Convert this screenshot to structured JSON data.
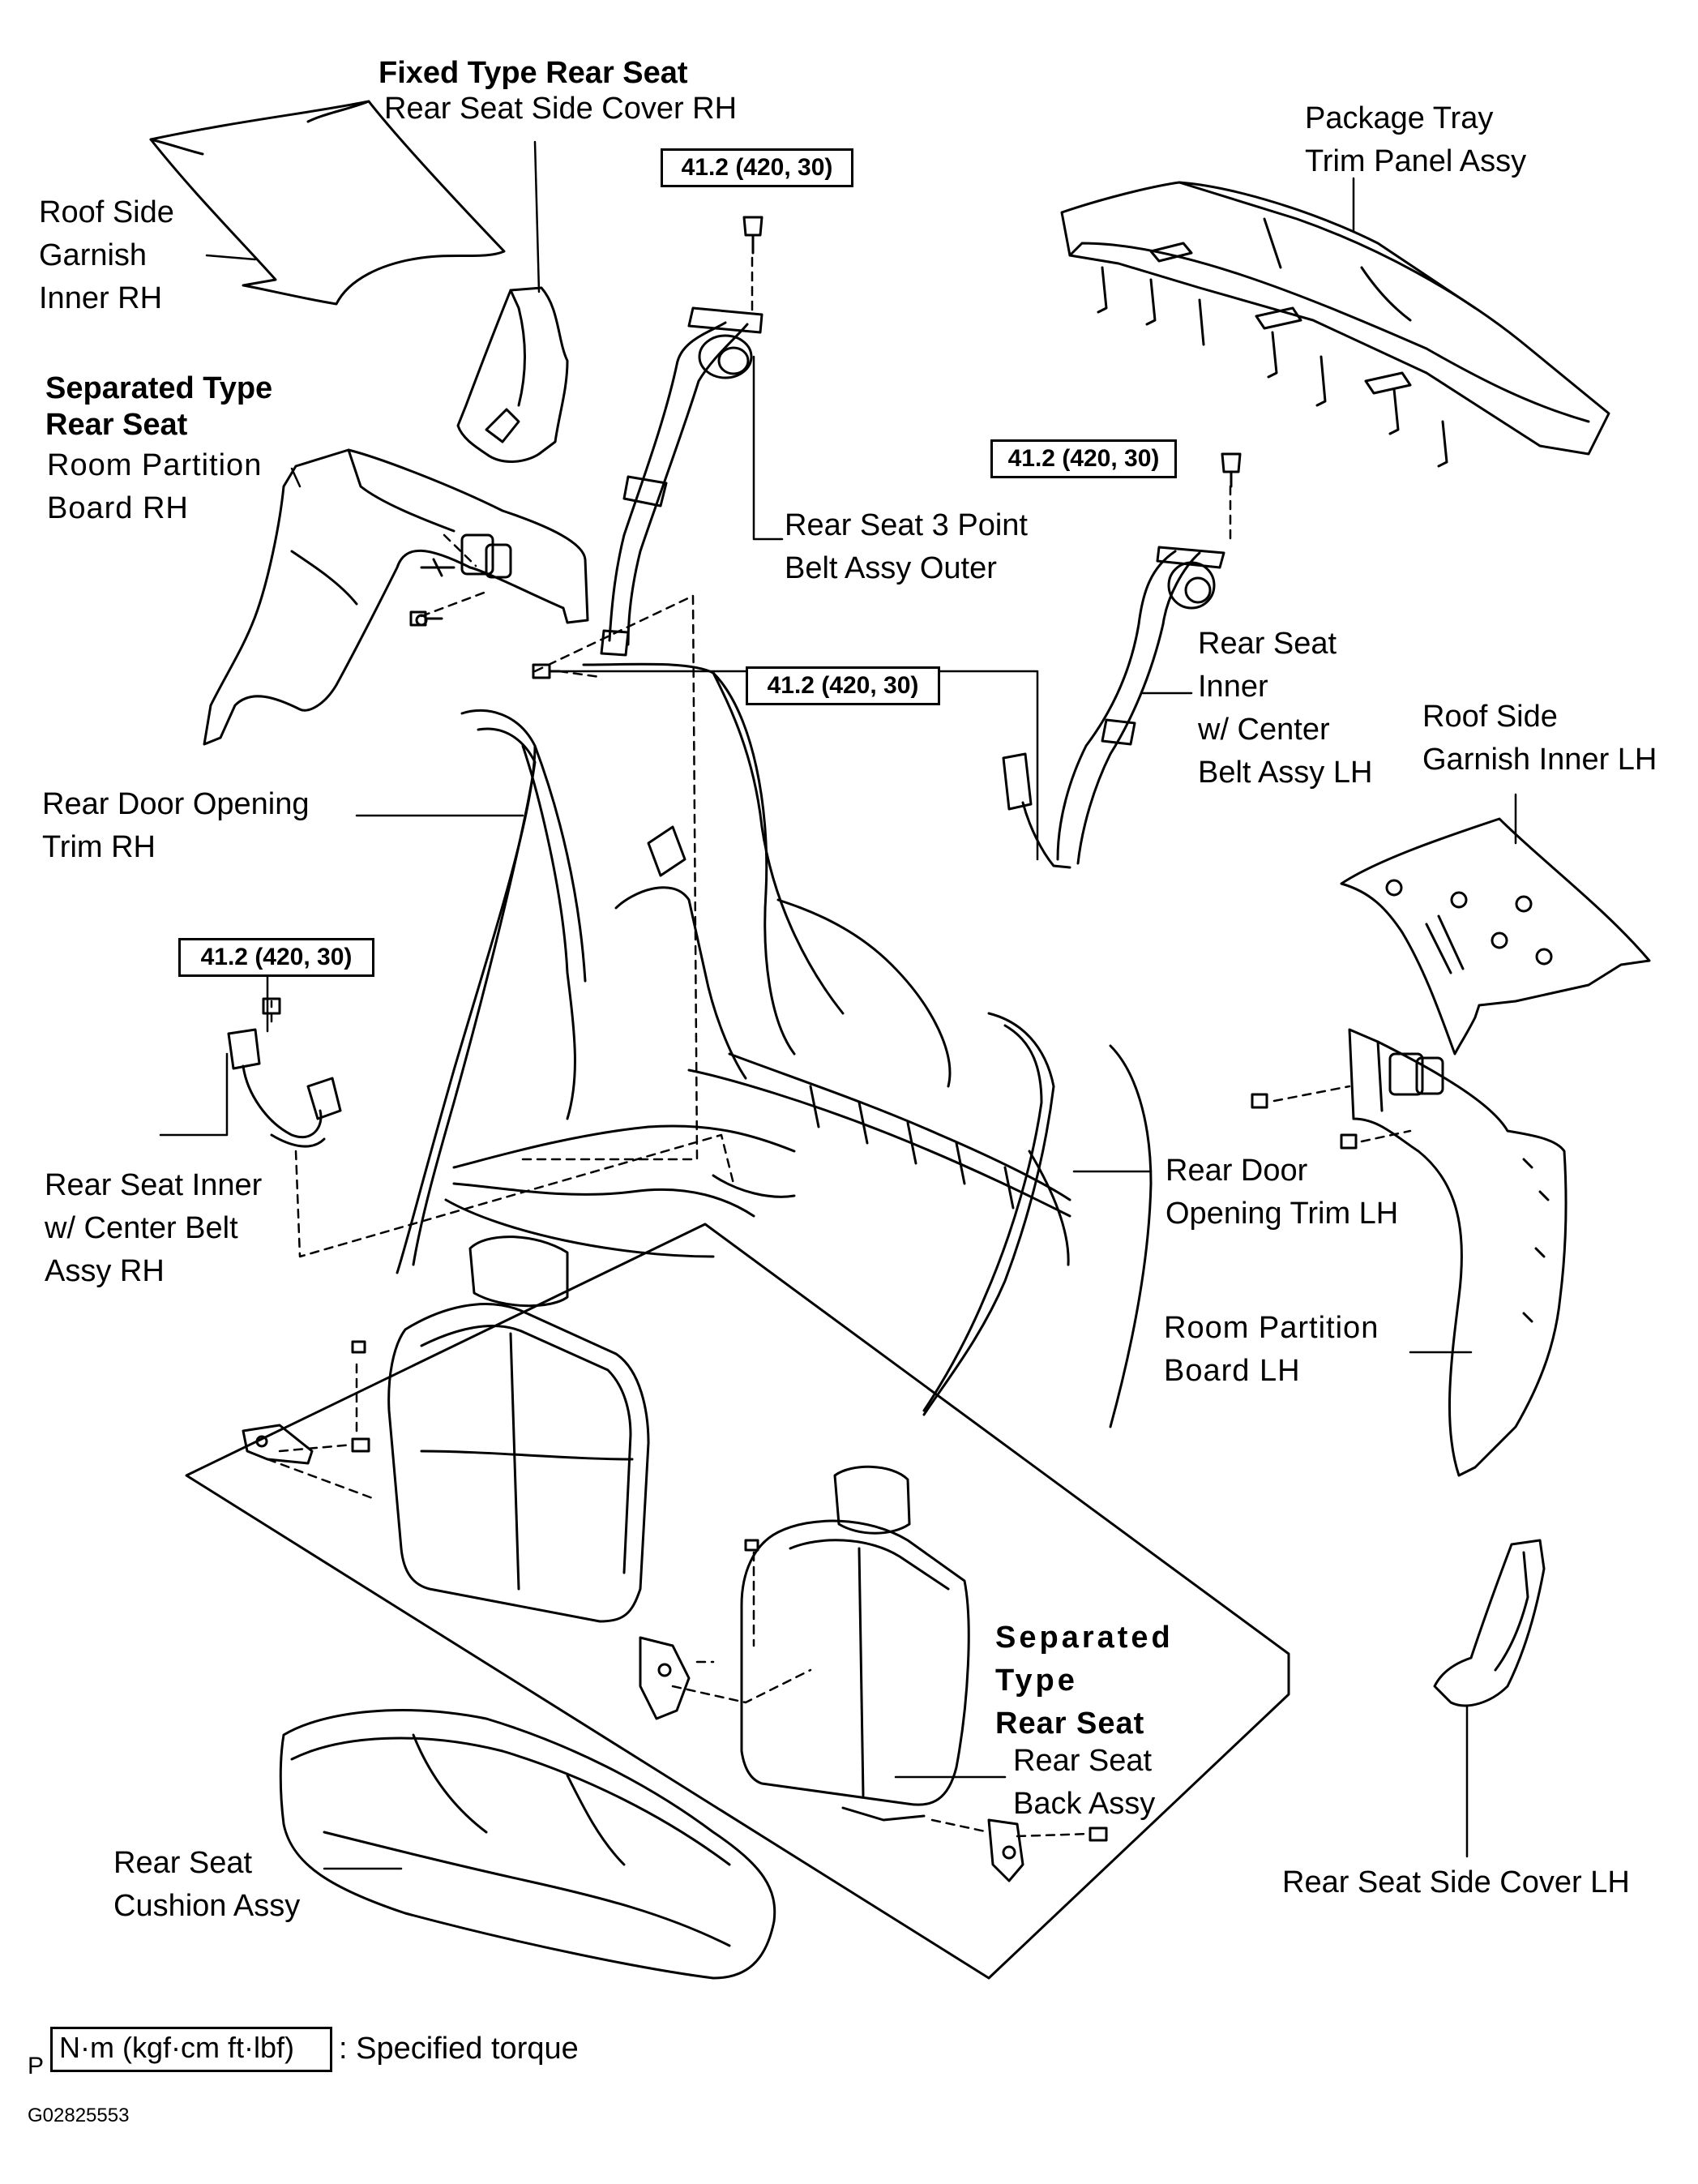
{
  "labels": {
    "fixed_type_rear_seat": "Fixed Type Rear Seat",
    "rear_seat_side_cover_rh": "Rear Seat Side Cover RH",
    "package_tray_trim_panel": [
      "Package Tray",
      "Trim Panel Assy"
    ],
    "roof_side_garnish_inner_rh": [
      "Roof Side",
      "Garnish",
      "Inner RH"
    ],
    "separated_type_rear_seat_top": [
      "Separated Type",
      "Rear Seat"
    ],
    "room_partition_board_rh": [
      "Room Partition",
      "Board RH"
    ],
    "rear_seat_3point_belt_outer": [
      "Rear Seat 3 Point",
      "Belt Assy Outer"
    ],
    "rear_seat_inner_center_belt_lh": [
      "Rear Seat",
      "Inner",
      "w/ Center",
      "Belt Assy LH"
    ],
    "roof_side_garnish_inner_lh": [
      "Roof Side",
      "Garnish Inner LH"
    ],
    "rear_door_opening_trim_rh": [
      "Rear Door Opening",
      "Trim RH"
    ],
    "rear_seat_inner_center_belt_rh": [
      "Rear Seat Inner",
      "w/ Center Belt",
      "Assy RH"
    ],
    "rear_door_opening_trim_lh": [
      "Rear Door",
      "Opening Trim LH"
    ],
    "room_partition_board_lh": [
      "Room Partition",
      "Board LH"
    ],
    "separated_type_rear_seat_bottom": [
      "Separated",
      "Type",
      "Rear Seat"
    ],
    "rear_seat_back_assy": [
      "Rear Seat",
      "Back Assy"
    ],
    "rear_seat_cushion_assy": [
      "Rear Seat",
      "Cushion Assy"
    ],
    "rear_seat_side_cover_lh": "Rear Seat Side Cover LH"
  },
  "torque_specs": [
    {
      "id": "t1",
      "value": "41.2 (420, 30)"
    },
    {
      "id": "t2",
      "value": "41.2 (420, 30)"
    },
    {
      "id": "t3",
      "value": "41.2 (420, 30)"
    },
    {
      "id": "t4",
      "value": "41.2 (420, 30)"
    }
  ],
  "legend": {
    "prefix": "P",
    "unit": "N·m (kgf·cm ft·lbf)",
    "description": ": Specified torque"
  },
  "figure_id": "G02825553"
}
